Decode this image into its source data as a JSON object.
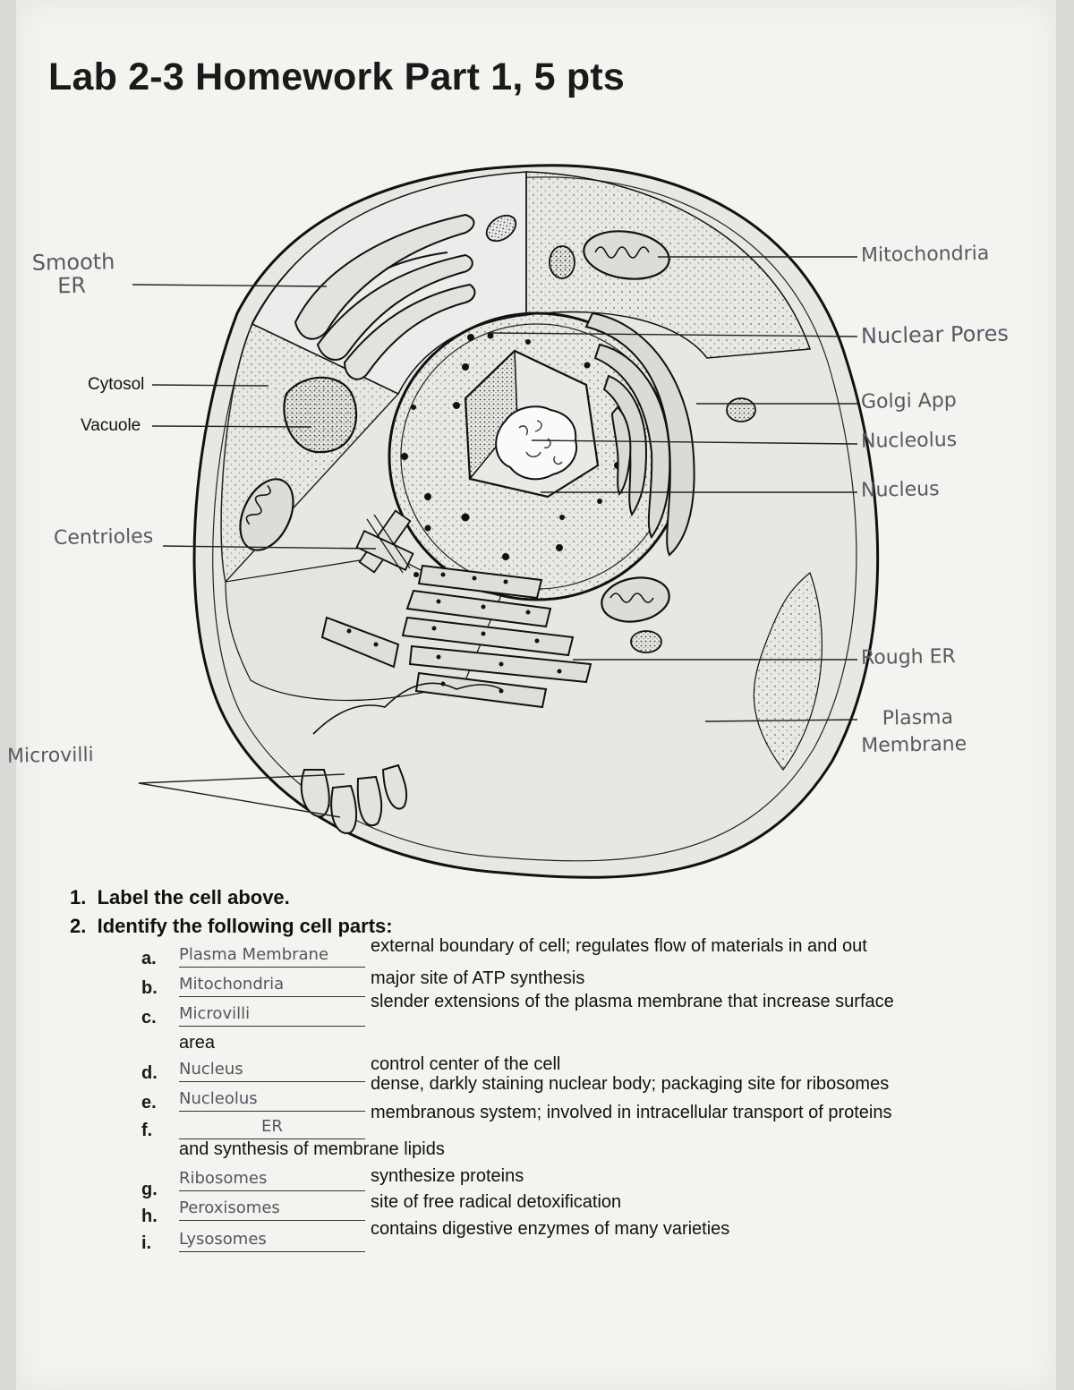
{
  "header": {
    "title": "Lab 2-3 Homework Part 1, 5 pts"
  },
  "labels": {
    "smooth_er": [
      "Smooth",
      "ER"
    ],
    "cytosol": "Cytosol",
    "vacuole": "Vacuole",
    "centrioles": "Centrioles",
    "microvilli": "Microvilli",
    "mitochondria": "Mitochondria",
    "nuclear_pores": "Nuclear Pores",
    "golgi": "Golgi App",
    "nucleolus": "Nucleolus",
    "nucleus": "Nucleus",
    "rough_er": "Rough ER",
    "plasma_membrane": [
      "Plasma",
      "Membrane"
    ]
  },
  "questions": {
    "q1": {
      "num": "1.",
      "text": "Label the cell above."
    },
    "q2": {
      "num": "2.",
      "text": "Identify the following cell parts:"
    },
    "items": [
      {
        "letter": "a.",
        "answer": "Plasma Membrane",
        "desc": "external boundary of cell; regulates flow of materials in and out"
      },
      {
        "letter": "b.",
        "answer": "Mitochondria",
        "desc": "major site of ATP synthesis"
      },
      {
        "letter": "c.",
        "answer": "Microvilli",
        "desc": "slender extensions of the plasma membrane that increase surface"
      },
      {
        "letter": "d.",
        "answer": "Nucleus",
        "desc": "control center of the cell"
      },
      {
        "letter": "e.",
        "answer": "Nucleolus",
        "desc": "dense, darkly staining nuclear body; packaging site for ribosomes"
      },
      {
        "letter": "f.",
        "answer": "ER",
        "desc": "membranous system; involved in intracellular transport of proteins"
      },
      {
        "letter": "g.",
        "answer": "Ribosomes",
        "desc": "synthesize proteins"
      },
      {
        "letter": "h.",
        "answer": "Peroxisomes",
        "desc": "site of free radical detoxification"
      },
      {
        "letter": "i.",
        "answer": "Lysosomes",
        "desc": "contains digestive enzymes of many varieties"
      }
    ],
    "c_continuation": "area",
    "f_continuation": "and synthesis of membrane lipids"
  }
}
